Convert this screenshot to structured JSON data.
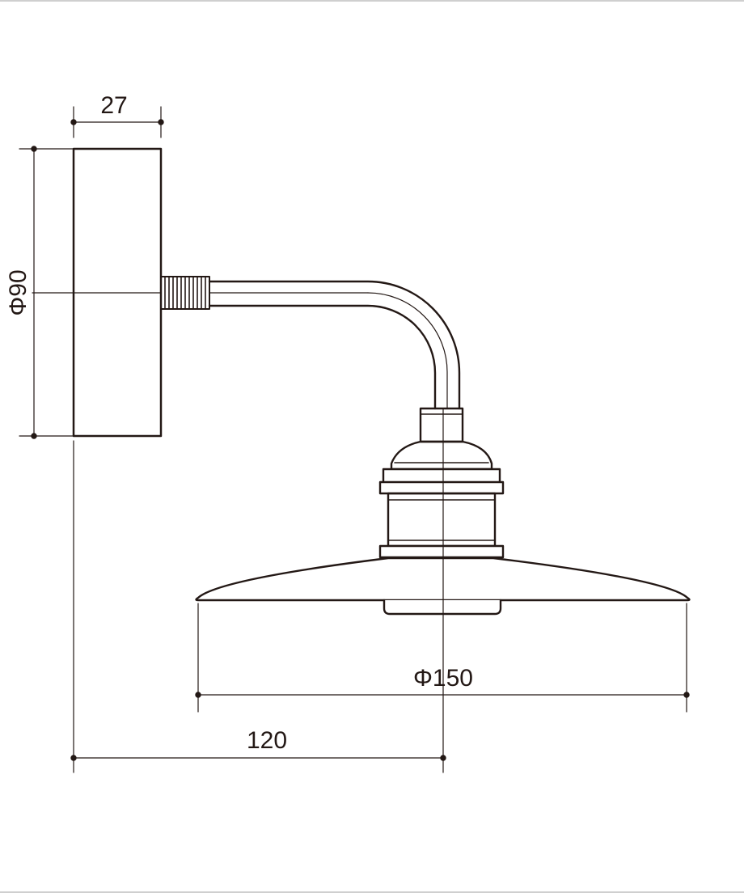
{
  "drawing": {
    "title": "",
    "colors": {
      "line": "#231815",
      "background": "#ffffff"
    },
    "dimensions": {
      "base_depth": "27",
      "base_diameter": "Φ90",
      "shade_diameter": "Φ150",
      "projection": "120"
    }
  }
}
